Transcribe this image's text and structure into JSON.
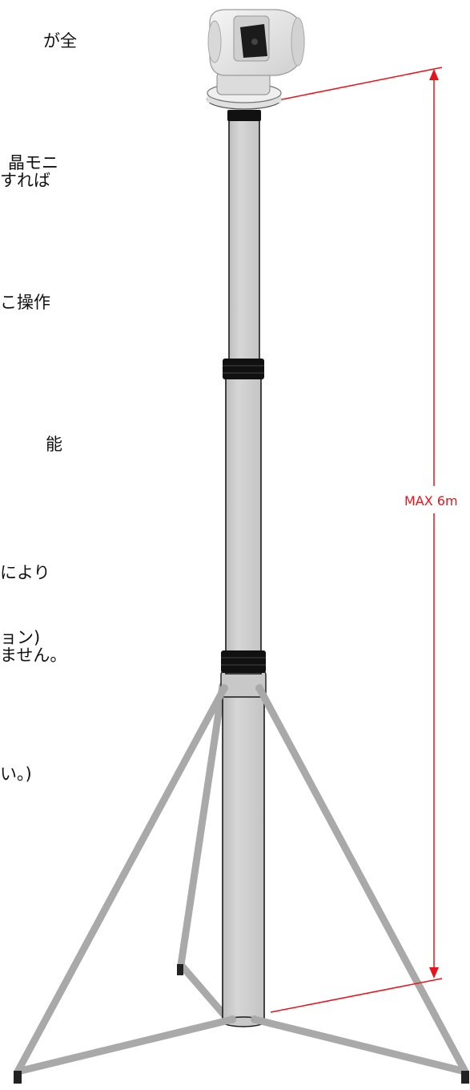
{
  "text_fragments": [
    "が全",
    "晶モニ",
    "すれば",
    "こ操作",
    "能",
    "により",
    "ョン)",
    "ません。",
    "い。)"
  ],
  "dimension": {
    "label": "MAX 6m",
    "color": "#e8141c"
  },
  "colors": {
    "pole": "#d0d0d0",
    "pole_stroke": "#1a1a1a",
    "collar": "#111111",
    "leg": "#a9a9a9",
    "camera": "#e6e6e6"
  }
}
